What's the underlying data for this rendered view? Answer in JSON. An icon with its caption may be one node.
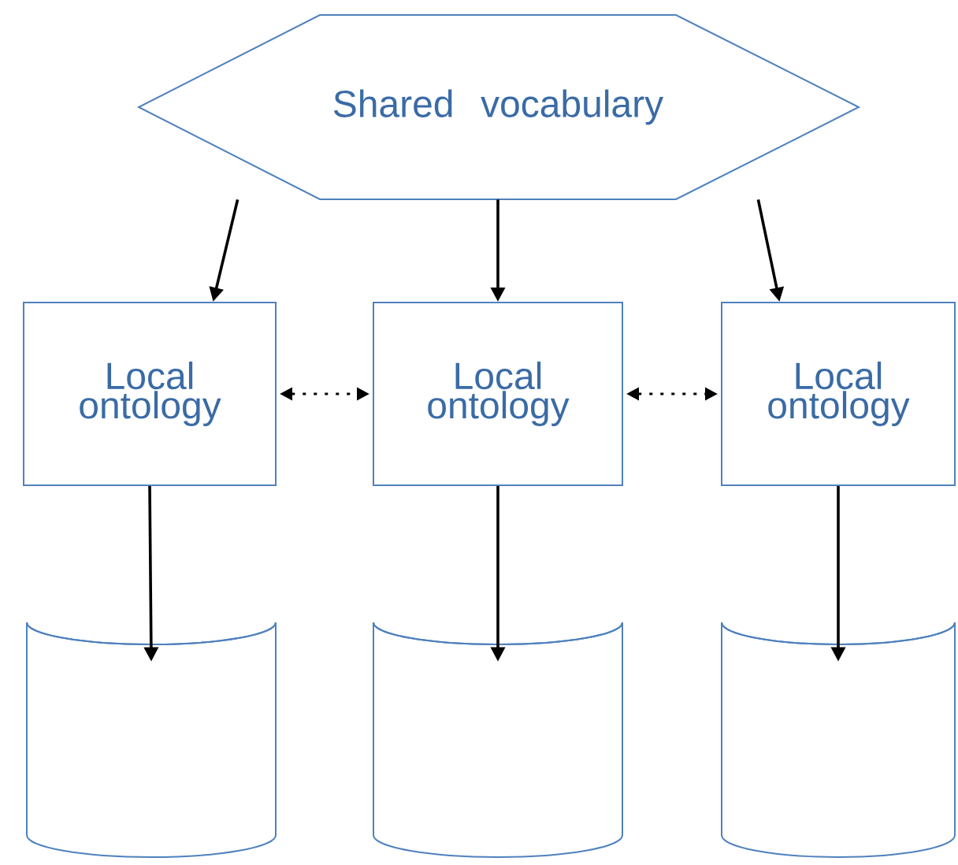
{
  "diagram": {
    "nodes": [
      {
        "text": [
          "Shared vocabulary"
        ]
      },
      {
        "text": [
          "Local ontology"
        ]
      },
      {
        "text": [
          "Local ontology"
        ]
      },
      {
        "text": [
          "Local ontology"
        ]
      },
      {
        "text": [],
        "shape": "cylinder"
      },
      {
        "text": [],
        "shape": "cylinder"
      },
      {
        "text": [],
        "shape": "cylinder"
      }
    ],
    "edges": [
      {
        "from": 0,
        "to": 1,
        "arrow": "to"
      },
      {
        "from": 0,
        "to": 2,
        "arrow": "to"
      },
      {
        "from": 0,
        "to": 3,
        "arrow": "to"
      },
      {
        "from": 1,
        "to": 2,
        "arrow": "both",
        "style": "dashed"
      },
      {
        "from": 2,
        "to": 3,
        "arrow": "both",
        "style": "dashed"
      },
      {
        "from": 1,
        "to": 4,
        "arrow": "to"
      },
      {
        "from": 2,
        "to": 5,
        "arrow": "to"
      },
      {
        "from": 3,
        "to": 6,
        "arrow": "to"
      }
    ]
  }
}
